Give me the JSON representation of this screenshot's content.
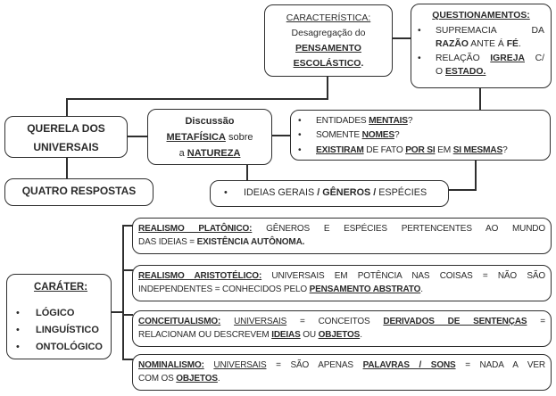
{
  "meta": {
    "bullet": "•",
    "line_color": "#2e2e2e",
    "border_color": "#2e2e2e",
    "background": "#ffffff"
  },
  "nodes": {
    "caracteristica": {
      "lines": [
        [
          {
            "t": "CARACTERÍSTICA:",
            "u": 1
          }
        ],
        [
          {
            "t": "Desagregação do"
          }
        ],
        [
          {
            "t": "PENSAMENTO",
            "b": 1,
            "u": 1
          }
        ],
        [
          {
            "t": "ESCOLÁSTICO",
            "b": 1,
            "u": 1
          },
          {
            "t": ".",
            "b": 1
          }
        ]
      ]
    },
    "questionamentos": {
      "title": [
        {
          "t": "QUESTIONAMENTOS:",
          "b": 1,
          "u": 1
        }
      ],
      "items": [
        {
          "lines": [
            [
              {
                "t": "SUPREMACIA DA"
              }
            ],
            [
              {
                "t": "RAZÃO",
                "b": 1
              },
              {
                "t": " ANTE Á "
              },
              {
                "t": "FÉ",
                "b": 1
              },
              {
                "t": "."
              }
            ]
          ]
        },
        {
          "lines": [
            [
              {
                "t": "RELAÇÃO "
              },
              {
                "t": "IGREJA",
                "b": 1,
                "u": 1
              },
              {
                "t": " C/"
              }
            ],
            [
              {
                "t": "O "
              },
              {
                "t": "ESTADO.",
                "b": 1,
                "u": 1
              }
            ]
          ]
        }
      ]
    },
    "querela": {
      "lines": [
        [
          {
            "t": "QUERELA DOS",
            "b": 1
          }
        ],
        [
          {
            "t": "UNIVERSAIS",
            "b": 1
          }
        ]
      ]
    },
    "discussao": {
      "lines": [
        [
          {
            "t": "Discussão",
            "b": 1
          }
        ],
        [
          {
            "t": "METAFÍSICA",
            "b": 1,
            "u": 1
          },
          {
            "t": " sobre"
          }
        ],
        [
          {
            "t": "a "
          },
          {
            "t": "NATUREZA",
            "b": 1,
            "u": 1
          }
        ]
      ]
    },
    "entidades": {
      "items": [
        [
          {
            "t": "ENTIDADES "
          },
          {
            "t": "MENTAIS",
            "b": 1,
            "u": 1
          },
          {
            "t": "?"
          }
        ],
        [
          {
            "t": "SOMENTE "
          },
          {
            "t": "NOMES",
            "b": 1,
            "u": 1
          },
          {
            "t": "?"
          }
        ],
        [
          {
            "t": "EXISTIRAM",
            "b": 1,
            "u": 1
          },
          {
            "t": " DE FATO "
          },
          {
            "t": "POR SI",
            "b": 1,
            "u": 1
          },
          {
            "t": " EM "
          },
          {
            "t": "SI MESMAS",
            "b": 1,
            "u": 1
          },
          {
            "t": "?"
          }
        ]
      ]
    },
    "quatro": {
      "label": [
        {
          "t": "QUATRO RESPOSTAS",
          "b": 1
        }
      ]
    },
    "ideias": {
      "item": [
        {
          "t": "IDEIAS GERAIS "
        },
        {
          "t": "/ GÊNEROS /",
          "b": 1
        },
        {
          "t": " ESPÉCIES"
        }
      ]
    },
    "carater": {
      "title": [
        {
          "t": "CARÁTER:",
          "b": 1,
          "u": 1
        }
      ],
      "items": [
        [
          {
            "t": "LÓGICO",
            "b": 1
          }
        ],
        [
          {
            "t": "LINGUÍSTICO",
            "b": 1
          }
        ],
        [
          {
            "t": "ONTOLÓGICO",
            "b": 1
          }
        ]
      ]
    },
    "respostas": [
      {
        "lines": [
          [
            {
              "t": "REALISMO PLATÔNICO:",
              "b": 1,
              "u": 1
            },
            {
              "t": " GÊNEROS E ESPÉCIES PERTENCENTES AO MUNDO"
            }
          ],
          [
            {
              "t": "DAS IDEIAS = "
            },
            {
              "t": "EXISTÊNCIA AUTÔNOMA.",
              "b": 1
            }
          ]
        ]
      },
      {
        "lines": [
          [
            {
              "t": "REALISMO ARISTOTÉLICO:",
              "b": 1,
              "u": 1
            },
            {
              "t": " UNIVERSAIS EM POTÊNCIA NAS COISAS = NÃO SÃO"
            }
          ],
          [
            {
              "t": "INDEPENDENTES = CONHECIDOS PELO "
            },
            {
              "t": "PENSAMENTO ABSTRATO",
              "b": 1,
              "u": 1
            },
            {
              "t": "."
            }
          ]
        ]
      },
      {
        "lines": [
          [
            {
              "t": "CONCEITUALISMO:",
              "b": 1,
              "u": 1
            },
            {
              "t": " "
            },
            {
              "t": "UNIVERSAIS",
              "u": 1
            },
            {
              "t": " = CONCEITOS "
            },
            {
              "t": "DERIVADOS DE SENTENÇAS",
              "b": 1,
              "u": 1
            },
            {
              "t": " ="
            }
          ],
          [
            {
              "t": "RELACIONAM OU DESCREVEM "
            },
            {
              "t": "IDEIAS",
              "b": 1,
              "u": 1
            },
            {
              "t": " OU "
            },
            {
              "t": "OBJETOS",
              "b": 1,
              "u": 1
            },
            {
              "t": "."
            }
          ]
        ]
      },
      {
        "lines": [
          [
            {
              "t": "NOMINALISMO:",
              "b": 1,
              "u": 1
            },
            {
              "t": " "
            },
            {
              "t": "UNIVERSAIS",
              "u": 1
            },
            {
              "t": " = SÃO APENAS "
            },
            {
              "t": "PALAVRAS / SONS",
              "b": 1,
              "u": 1
            },
            {
              "t": " = NADA A VER"
            }
          ],
          [
            {
              "t": "COM OS "
            },
            {
              "t": "OBJETOS",
              "b": 1,
              "u": 1
            },
            {
              "t": "."
            }
          ]
        ]
      }
    ]
  }
}
